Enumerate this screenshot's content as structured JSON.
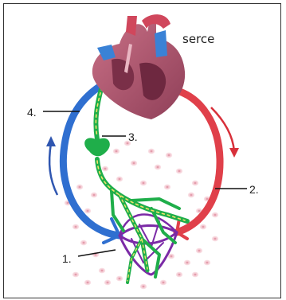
{
  "title": "serce",
  "labels": {
    "l1": "1.",
    "l2": "2.",
    "l3": "3.",
    "l4": "4."
  },
  "colors": {
    "artery_red": "#e0404a",
    "vein_blue": "#2f6fd0",
    "lymph_green": "#1fae4a",
    "capillary_purple": "#7b2aa6",
    "heart": "#b85a73",
    "arrow_red": "#d8303a",
    "arrow_blue": "#2f56b0"
  },
  "icons": [
    "heart-illustration",
    "lymph-node",
    "tissue-cells"
  ]
}
